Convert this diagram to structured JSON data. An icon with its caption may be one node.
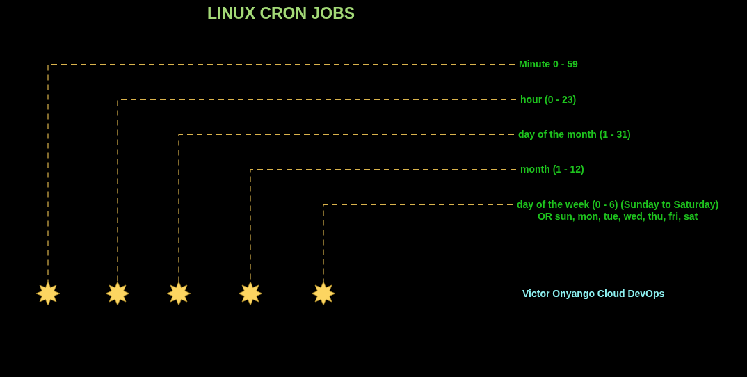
{
  "diagram": {
    "title": "LINUX CRON JOBS",
    "nodes": [
      {
        "text": [
          "Minute 0 - 59"
        ]
      },
      {
        "text": [
          "hour (0 - 23)"
        ]
      },
      {
        "text": [
          "day of the month (1 - 31)"
        ]
      },
      {
        "text": [
          "month (1 - 12)"
        ]
      },
      {
        "text": [
          "day of the week (0 - 6) (Sunday to Saturday)",
          "OR sun, mon, tue, wed, thu, fri, sat"
        ]
      },
      {
        "text": [],
        "shape": "star"
      },
      {
        "text": [],
        "shape": "star"
      },
      {
        "text": [],
        "shape": "star"
      },
      {
        "text": [],
        "shape": "star"
      },
      {
        "text": [],
        "shape": "star"
      }
    ],
    "edges": [
      {
        "from": 0,
        "to": 5,
        "arrow": "none",
        "style": "dashed"
      },
      {
        "from": 1,
        "to": 6,
        "arrow": "none",
        "style": "dashed"
      },
      {
        "from": 2,
        "to": 7,
        "arrow": "none",
        "style": "dashed"
      },
      {
        "from": 3,
        "to": 8,
        "arrow": "none",
        "style": "dashed"
      },
      {
        "from": 4,
        "to": 9,
        "arrow": "none",
        "style": "dashed"
      }
    ],
    "labels": [
      "Victor Onyango Cloud DevOps"
    ]
  }
}
